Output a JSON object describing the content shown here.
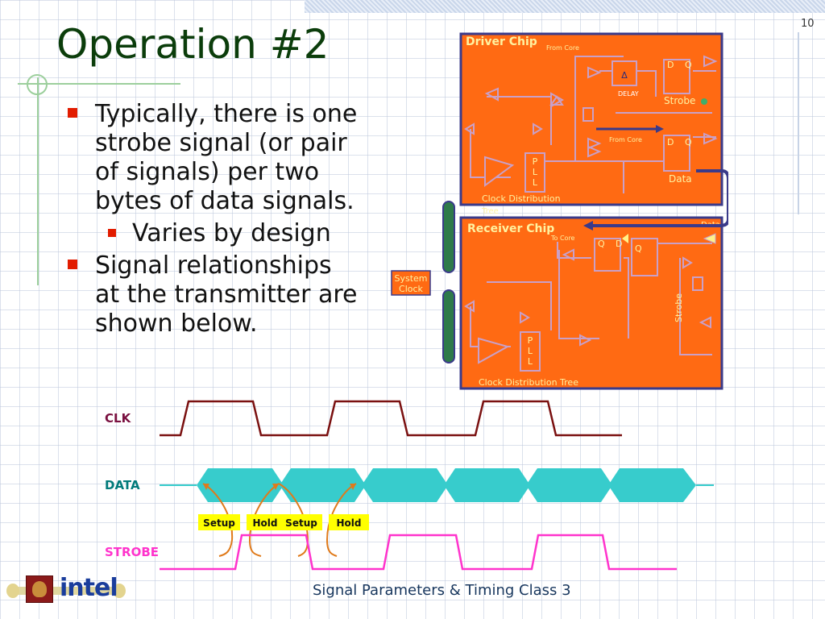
{
  "slide": {
    "title": "Operation #2",
    "page_number": "10",
    "footer": "Signal Parameters & Timing Class 3",
    "logo_text": "intel"
  },
  "bullets": [
    {
      "level": 1,
      "text": "Typically, there is one strobe signal (or pair of signals) per two bytes of data signals."
    },
    {
      "level": 2,
      "text": "Varies by design"
    },
    {
      "level": 1,
      "text": "Signal relationships at the transmitter are shown below."
    }
  ],
  "circuit": {
    "driver_chip": "Driver Chip",
    "receiver_chip": "Receiver Chip",
    "from_core_1": "From Core",
    "from_core_2": "From Core",
    "to_core": "To Core",
    "delay_symbol": "Δ",
    "delay_label": "DELAY",
    "strobe_label": "Strobe",
    "data_label_driver": "Data",
    "data_label_receiver": "Data",
    "strobe_vertical": "Strobe",
    "pll_p": "P",
    "pll_l1": "L",
    "pll_l2": "L",
    "clock_tree_driver_1": "Clock Distribution",
    "clock_tree_driver_2": "Tree",
    "clock_tree_receiver": "Clock Distribution Tree",
    "system_clock_1": "System",
    "system_clock_2": "Clock",
    "flop_d": "D",
    "flop_q": "Q",
    "colors": {
      "chip": "#ff6a13",
      "chip_border": "#3a3a8a",
      "trace": "#2e7a4a",
      "inner": "#c9a0c8",
      "label": "#fff2a0"
    }
  },
  "timing": {
    "clk_label": "CLK",
    "data_label": "DATA",
    "strobe_label": "STROBE",
    "setup_1": "Setup",
    "hold_1": "Hold",
    "setup_2": "Setup",
    "hold_2": "Hold",
    "colors": {
      "clk": "#7a1010",
      "data": "#37cccc",
      "strobe": "#ff33cc",
      "arrow": "#e07a1a",
      "label_bg": "#ffff00"
    }
  }
}
